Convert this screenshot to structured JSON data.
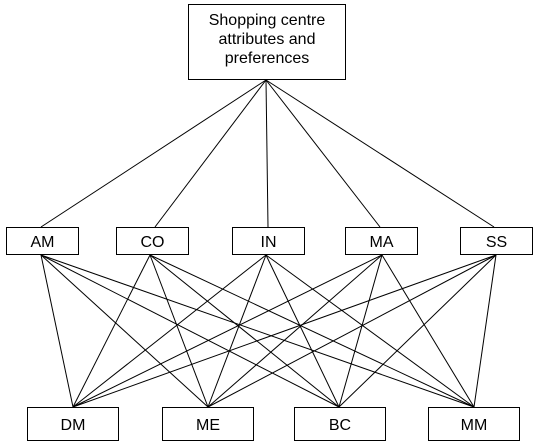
{
  "root": {
    "lines": [
      "Shopping centre",
      "attributes and",
      "preferences"
    ]
  },
  "criteria": [
    {
      "label": "AM"
    },
    {
      "label": "CO"
    },
    {
      "label": "IN"
    },
    {
      "label": "MA"
    },
    {
      "label": "SS"
    }
  ],
  "alternatives": [
    {
      "label": "DM"
    },
    {
      "label": "ME"
    },
    {
      "label": "BC"
    },
    {
      "label": "MM"
    }
  ]
}
